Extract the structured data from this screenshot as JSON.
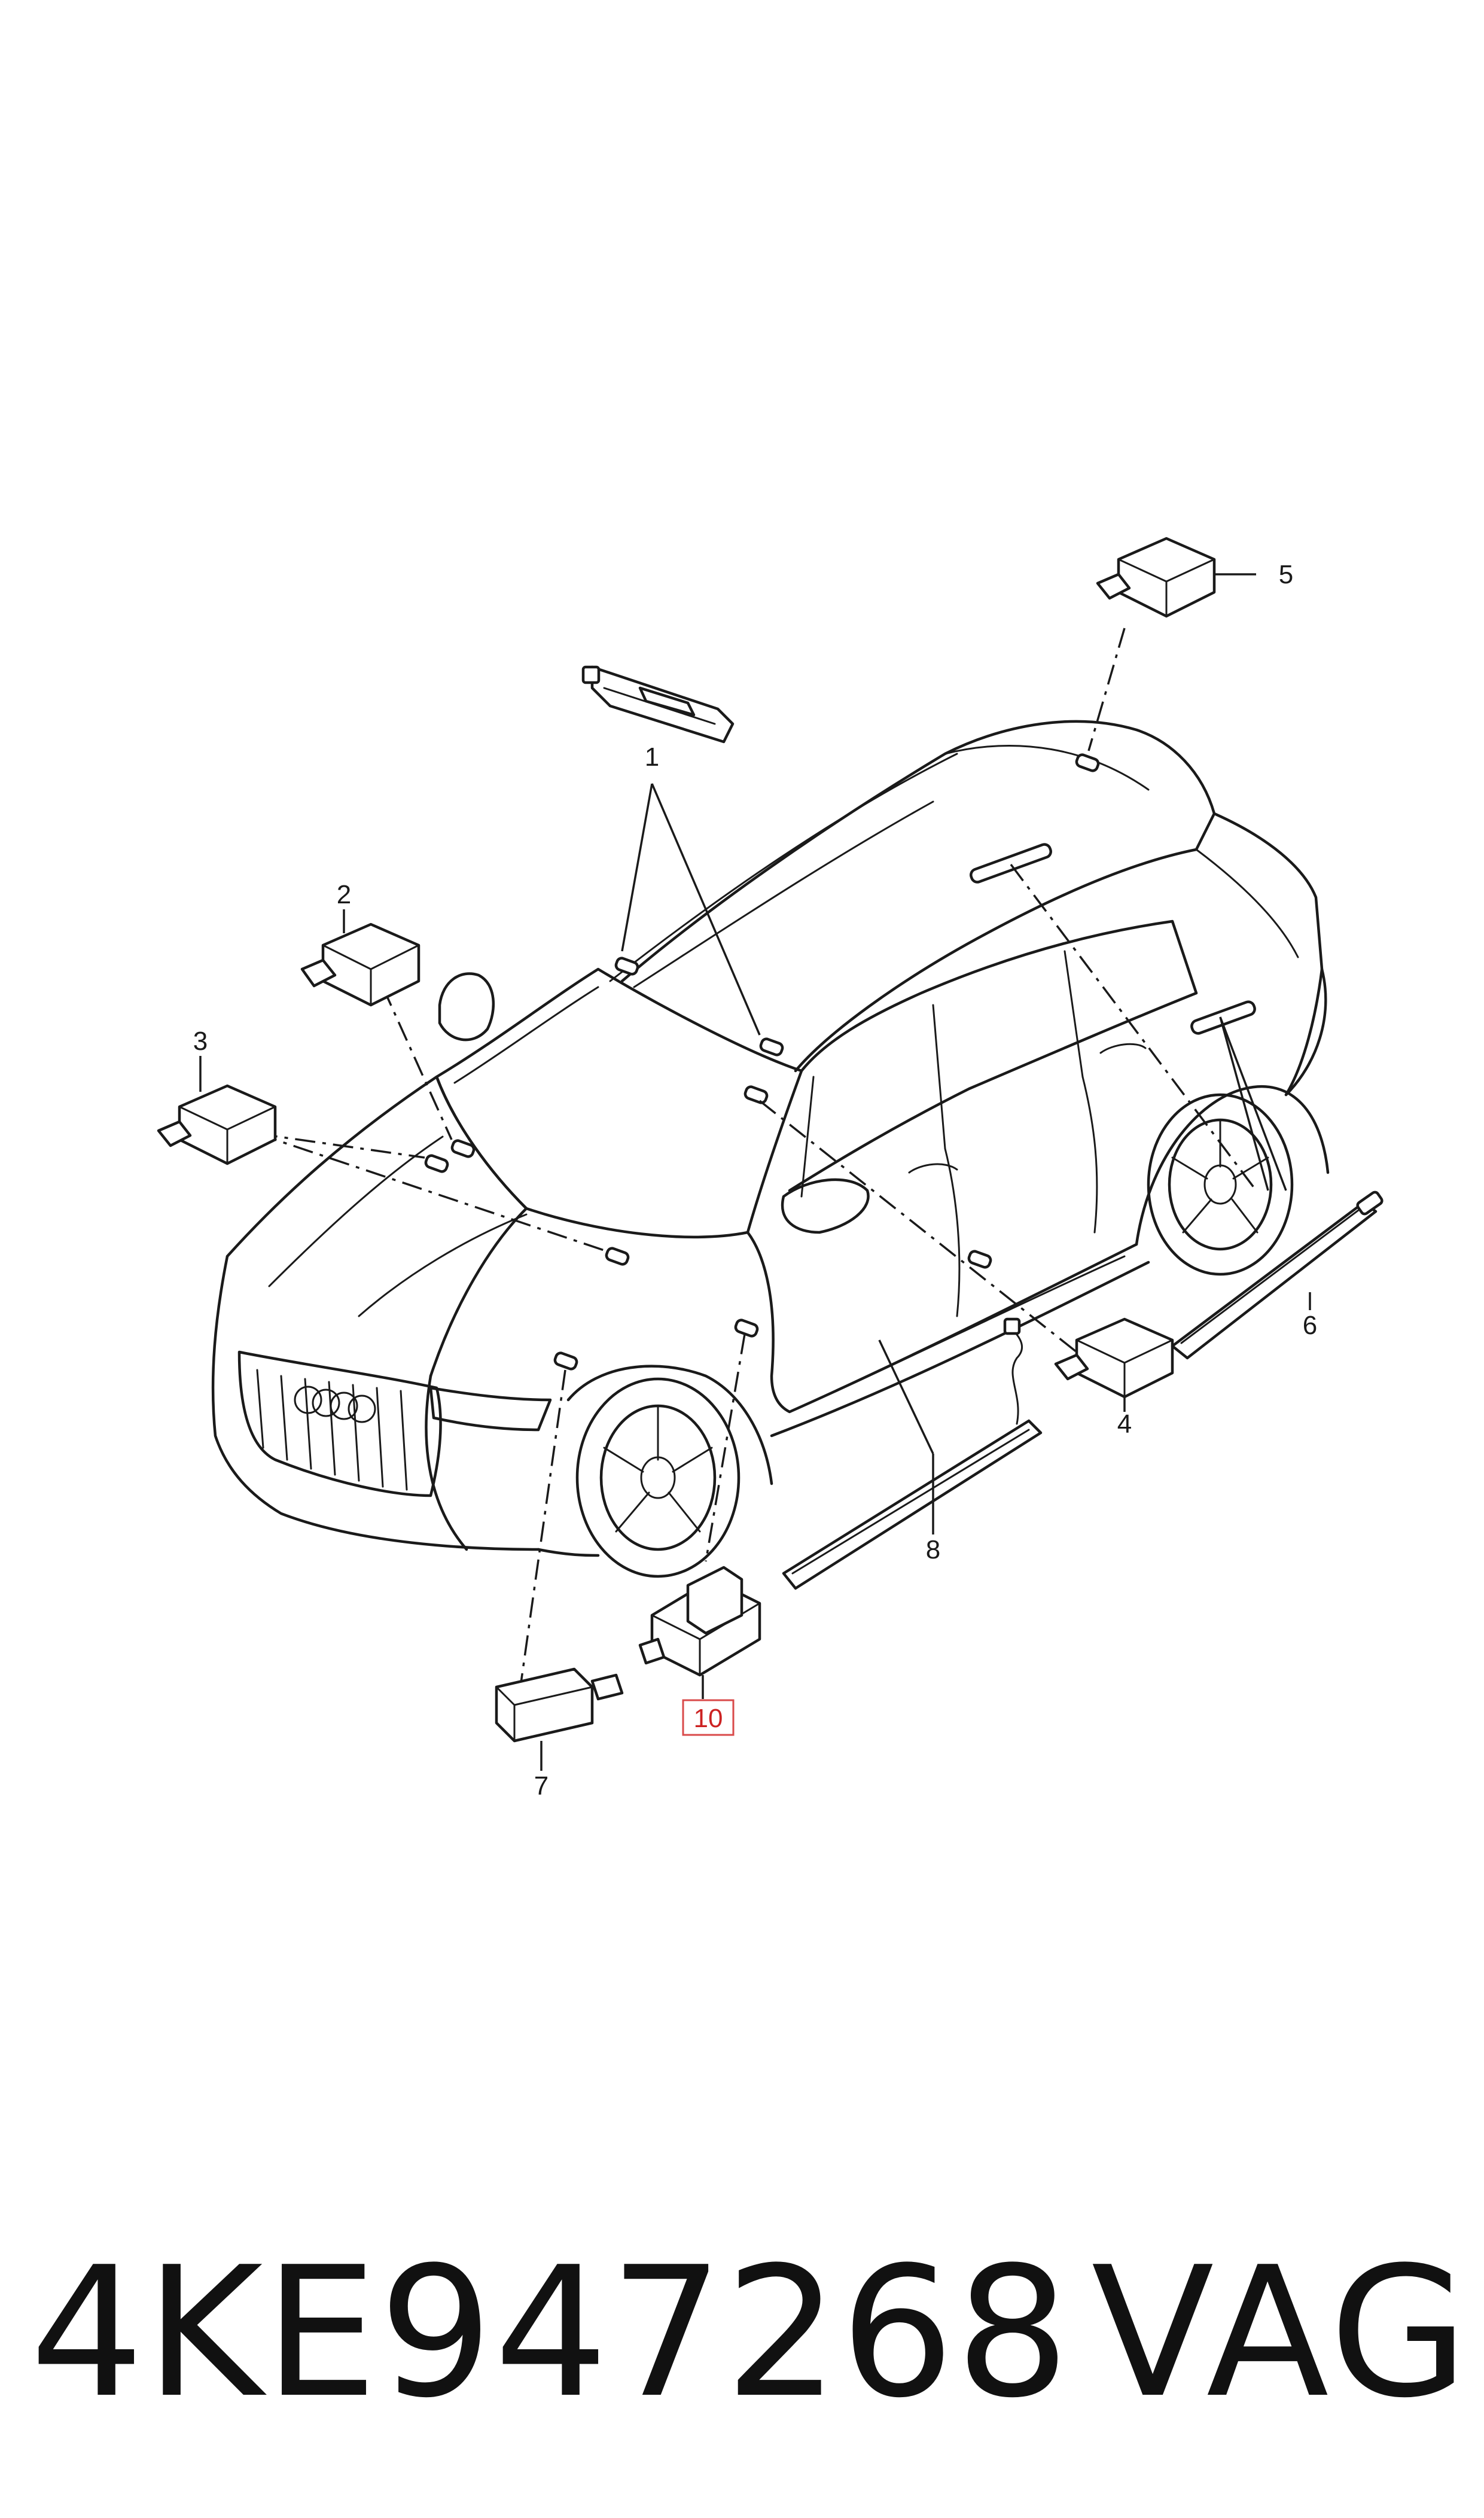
{
  "callouts": {
    "c1": "1",
    "c2": "2",
    "c3": "3",
    "c4": "4",
    "c5": "5",
    "c6": "6",
    "c7": "7",
    "c8": "8",
    "c10": "10"
  },
  "highlighted_callout": "10",
  "highlight_color": "#d94a4a",
  "footer": {
    "part_number": "4KE947268",
    "brand": "VAG"
  }
}
